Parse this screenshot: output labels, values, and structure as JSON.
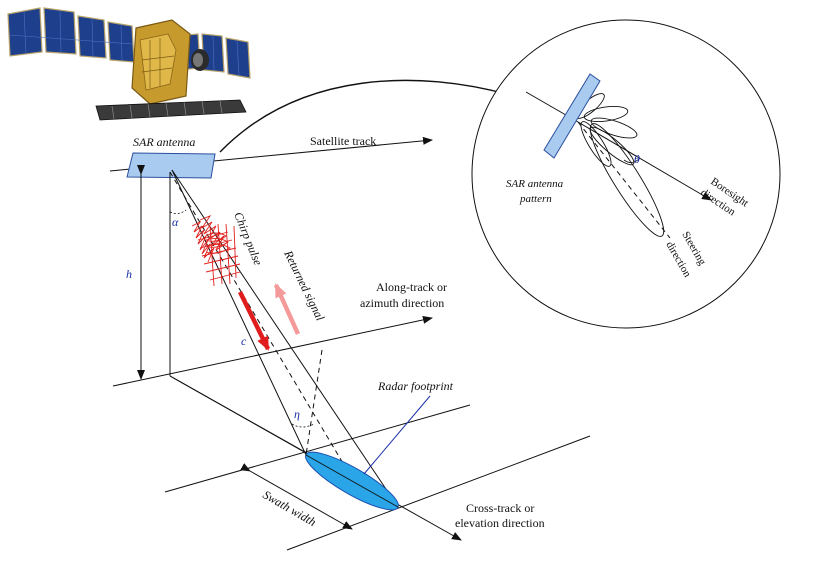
{
  "labels": {
    "sar_antenna": "SAR antenna",
    "satellite_track": "Satellite track",
    "along_track_1": "Along-track or",
    "along_track_2": "azimuth direction",
    "cross_track_1": "Cross-track or",
    "cross_track_2": "elevation direction",
    "chirp_pulse": "Chirp pulse",
    "returned_signal": "Returned signal",
    "radar_footprint": "Radar footprint",
    "swath_width": "Swath width",
    "h": "h",
    "alpha": "α",
    "c": "c",
    "eta": "η",
    "pattern_1": "SAR antenna",
    "pattern_2": "pattern",
    "theta": "θ",
    "boresight_1": "Boresight",
    "boresight_2": "direction",
    "steering_1": "Steering",
    "steering_2": "direction"
  },
  "colors": {
    "antenna_fill": "#a9cbf0",
    "footprint_fill": "#2aa5e8",
    "chirp": "#e0201e",
    "pulse_arrow": "#e01c1c",
    "return_arrow": "#f59a9a"
  },
  "icons": {
    "satellite": "satellite-icon"
  }
}
